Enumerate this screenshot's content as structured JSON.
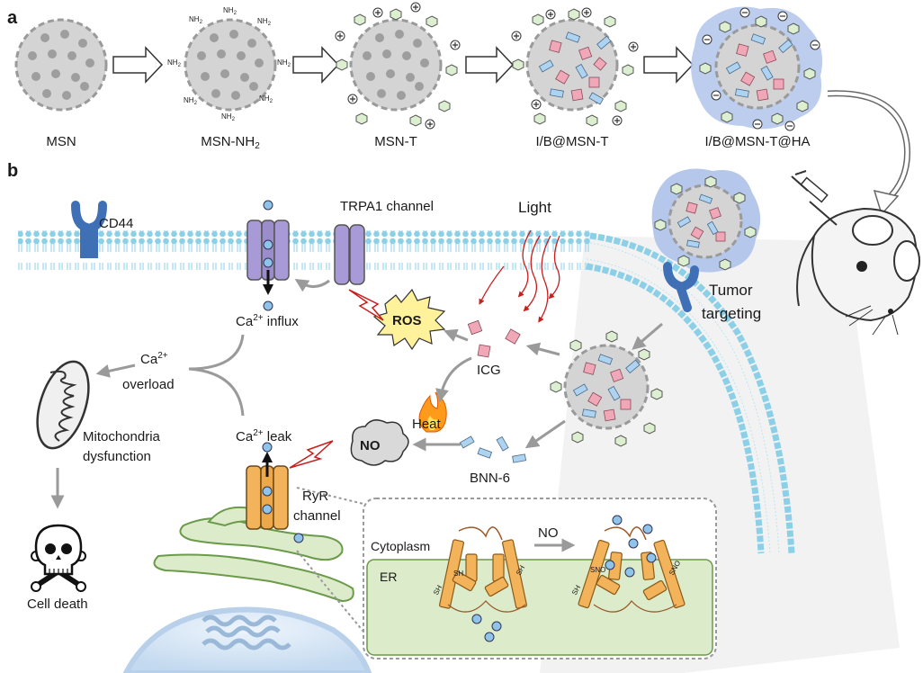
{
  "panel_a": {
    "label": "a",
    "stages": [
      {
        "name": "MSN"
      },
      {
        "name": "MSN-NH",
        "sub": "2"
      },
      {
        "name": "MSN-T"
      },
      {
        "name": "I/B@MSN-T"
      },
      {
        "name": "I/B@MSN-T@HA"
      }
    ],
    "surface_group": "NH",
    "surface_group_sub": "2"
  },
  "panel_b": {
    "label": "b",
    "cd44": "CD44",
    "trpa1": "TRPA1 channel",
    "light": "Light",
    "tumor_targeting_1": "Tumor",
    "tumor_targeting_2": "targeting",
    "ros": "ROS",
    "icg": "ICG",
    "ca_influx_pre": "Ca",
    "ca_influx_sup": "2+",
    "ca_influx_post": " influx",
    "overload_1_pre": "Ca",
    "overload_1_sup": "2+",
    "overload_2": "overload",
    "mito_1": "Mitochondria",
    "mito_2": "dysfunction",
    "cell_death": "Cell death",
    "ca_leak_pre": "Ca",
    "ca_leak_sup": "2+",
    "ca_leak_post": " leak",
    "heat": "Heat",
    "no": "NO",
    "bnn6": "BNN-6",
    "ryr_1": "RyR",
    "ryr_2": "channel",
    "inset": {
      "cytoplasm": "Cytoplasm",
      "er": "ER",
      "no_arrow": "NO",
      "sh": "SH",
      "sno": "SNO"
    }
  },
  "colors": {
    "membrane": "#7fc6e0",
    "receptor": "#3f6fb5",
    "trpa1": "#a89ad6",
    "ryr": "#f3b35b",
    "icg": "#e8a0b0",
    "bnn6": "#a8cfee",
    "ha_coat": "#a9bfe6",
    "er": "#dcebc9",
    "ros": "#fff29a"
  }
}
